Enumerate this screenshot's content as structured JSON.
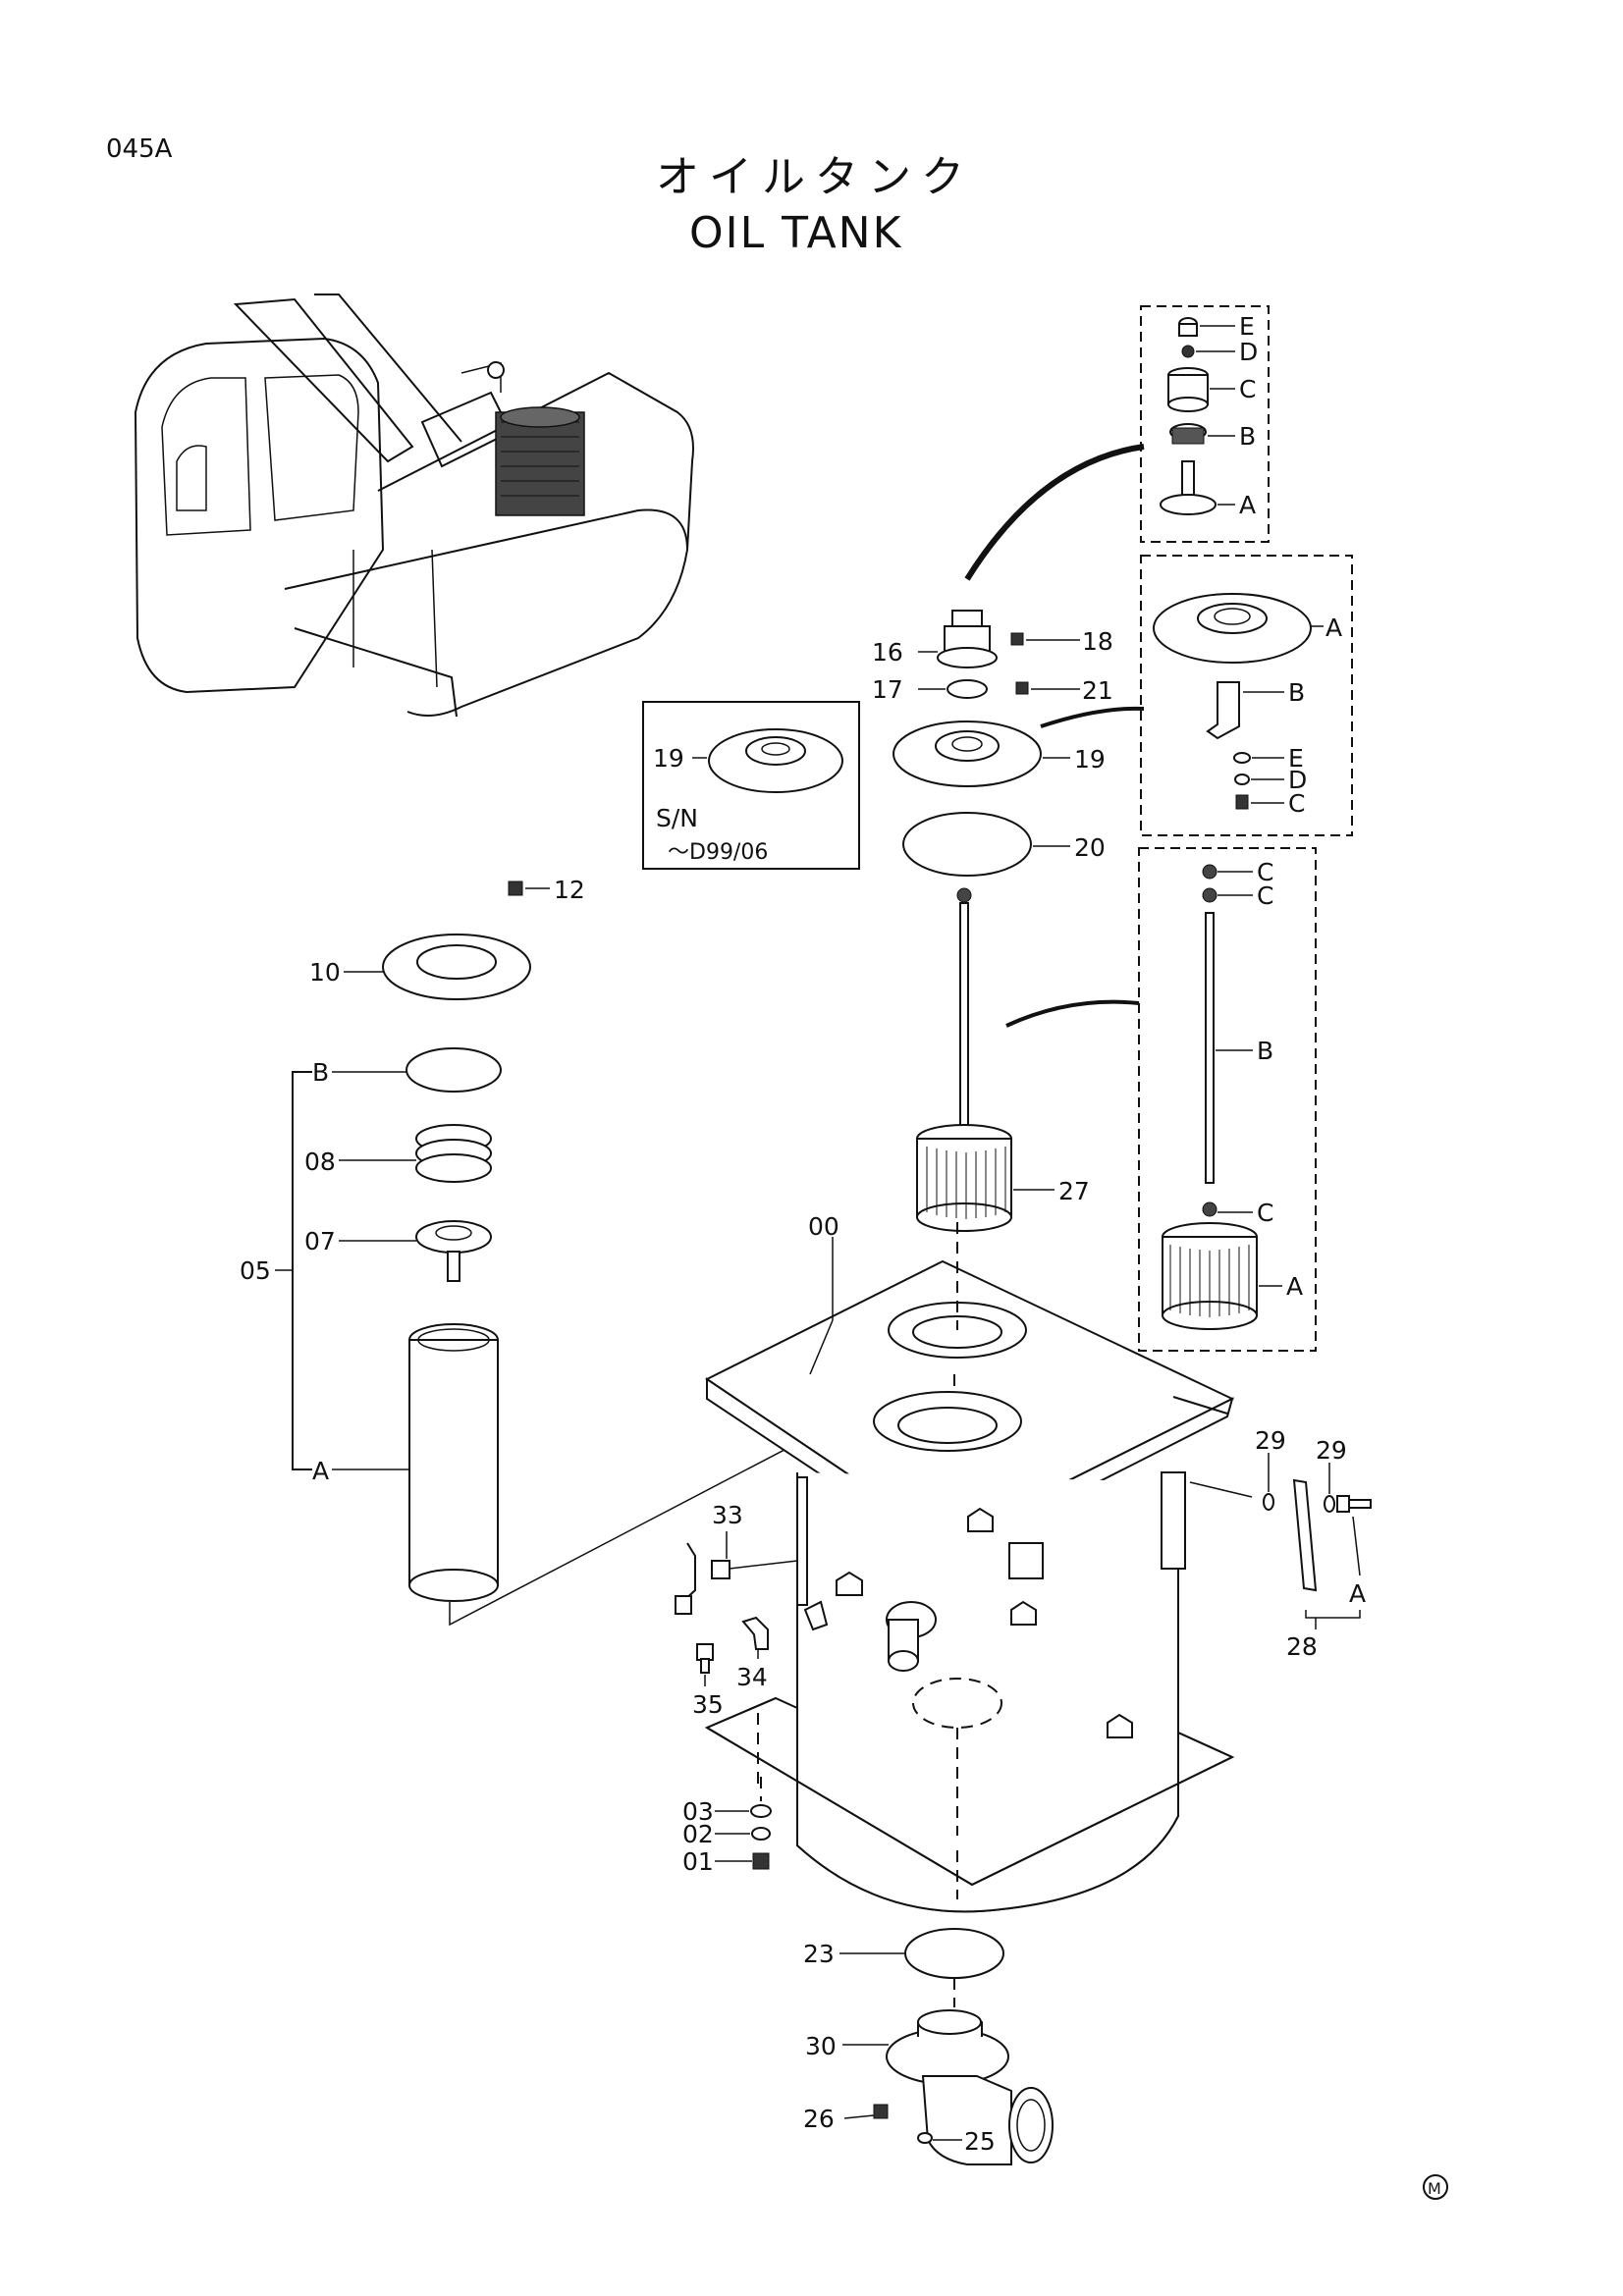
{
  "page_code": "045A",
  "title_jp": "オイルタンク",
  "title_en": "OIL TANK",
  "corner_mark": "M",
  "serial_note": {
    "label": "S/N",
    "value": "～D99/06"
  },
  "callouts": {
    "n00": "00",
    "n01": "01",
    "n02": "02",
    "n03": "03",
    "n05": "05",
    "n07": "07",
    "n08": "08",
    "n10": "10",
    "n12": "12",
    "n16": "16",
    "n17": "17",
    "n18": "18",
    "n19": "19",
    "n20": "20",
    "n21": "21",
    "n23": "23",
    "n25": "25",
    "n26": "26",
    "n27": "27",
    "n28": "28",
    "n29": "29",
    "n30": "30",
    "n33": "33",
    "n34": "34",
    "n35": "35"
  },
  "letters": {
    "A": "A",
    "B": "B",
    "C": "C",
    "D": "D",
    "E": "E"
  }
}
